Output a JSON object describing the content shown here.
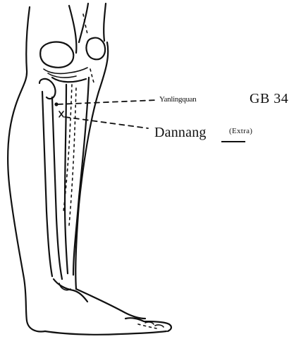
{
  "labels": {
    "yanlingquan": "Yanlingquan",
    "gb34": "GB 34",
    "dannang": "Dannang",
    "extra": "(Extra)"
  },
  "colors": {
    "ink": "#111111",
    "background": "#ffffff"
  }
}
